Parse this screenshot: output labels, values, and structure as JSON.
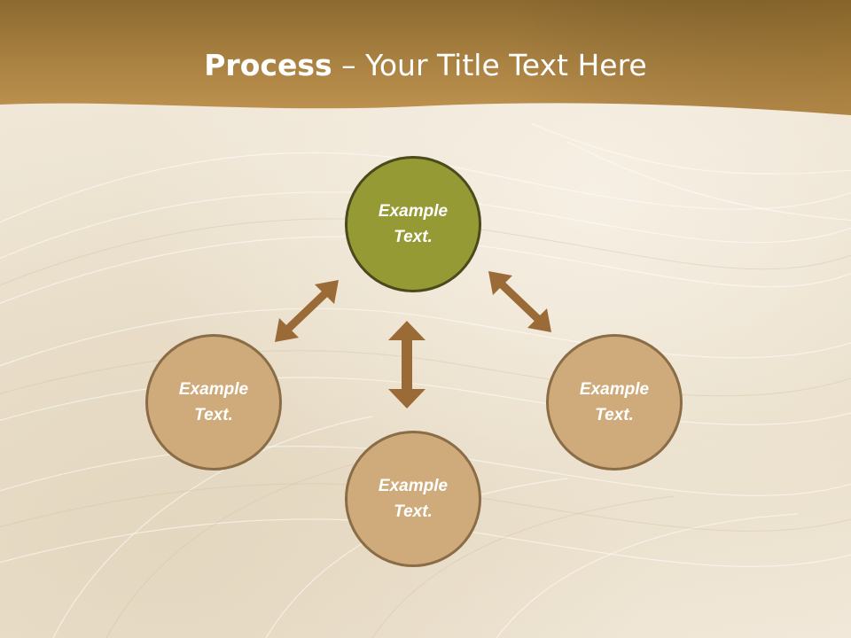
{
  "slide": {
    "title_bold": "Process",
    "title_rest": " – Your Title Text Here"
  },
  "diagram": {
    "nodes": [
      {
        "id": "top",
        "text": "Example Text."
      },
      {
        "id": "left",
        "text": "Example Text."
      },
      {
        "id": "bottom",
        "text": "Example Text."
      },
      {
        "id": "right",
        "text": "Example Text."
      }
    ]
  },
  "colors": {
    "header": "#a9803f",
    "accent_node": "#969a35",
    "node_fill": "#cfab7c",
    "node_border": "#8a6c46",
    "arrow": "#9a6a37"
  }
}
